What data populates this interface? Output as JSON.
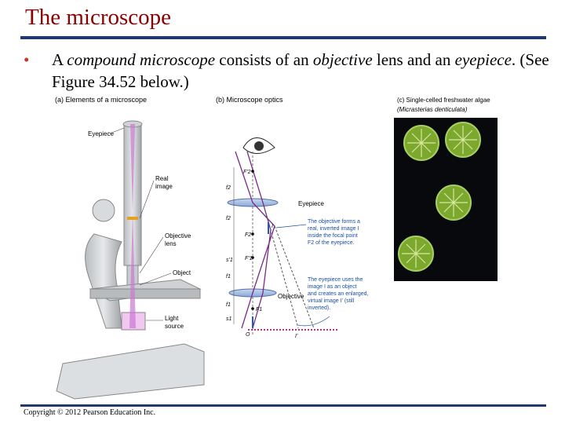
{
  "slide": {
    "title": "The microscope",
    "bullet": {
      "parts": [
        {
          "text": "A ",
          "italic": false
        },
        {
          "text": "compound microscope",
          "italic": true
        },
        {
          "text": " consists of an ",
          "italic": false
        },
        {
          "text": "objective",
          "italic": true
        },
        {
          "text": " lens and an ",
          "italic": false
        },
        {
          "text": "eyepiece",
          "italic": true
        },
        {
          "text": ". (See Figure 34.52 below.)",
          "italic": false
        }
      ]
    },
    "copyright": "Copyright © 2012 Pearson Education Inc."
  },
  "figure": {
    "panel_a": {
      "label": "(a) Elements of a microscope",
      "labels": {
        "eyepiece": "Eyepiece",
        "real_image": "Real image",
        "objective_lens": "Objective lens",
        "object": "Object",
        "light_source": "Light source"
      }
    },
    "panel_b": {
      "label": "(b) Microscope optics",
      "lens_eyepiece": "Eyepiece",
      "lens_objective": "Objective",
      "points": [
        "F'2",
        "F2",
        "F'1",
        "F1",
        "O",
        "I",
        "I'"
      ],
      "distances": [
        "f2",
        "f2",
        "s'1",
        "f1",
        "f1",
        "s1"
      ],
      "note1": [
        "The objective forms a",
        "real, inverted image I",
        "inside the focal point",
        "F2 of the eyepiece."
      ],
      "note2": [
        "The eyepiece uses the",
        "image I as an object",
        "and creates an enlarged,",
        "virtual image I' (still",
        "inverted)."
      ]
    },
    "panel_c": {
      "label_line1": "(c) Single-celled freshwater algae",
      "label_line2": "(Micrasterias denticulata)"
    }
  }
}
